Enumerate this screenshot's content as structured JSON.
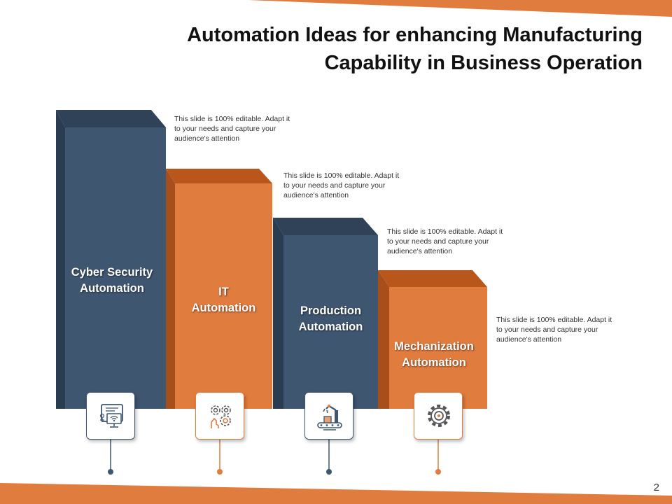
{
  "slide": {
    "title_lines": [
      "Automation Ideas for enhancing Manufacturing",
      "Capability in Business Operation"
    ],
    "page_number": "2",
    "colors": {
      "navy": "#3f5670",
      "navy_dark": "#2f4257",
      "orange": "#e07c3e",
      "orange_dark": "#b8561c"
    }
  },
  "columns": [
    {
      "label_lines": [
        "Cyber Security",
        "Automation"
      ],
      "description": [
        "This slide is 100% editable. Adapt it",
        "to your needs and capture your",
        "audience's attention"
      ],
      "icon": "computer-wifi-icon",
      "color": "navy"
    },
    {
      "label_lines": [
        "IT",
        "Automation"
      ],
      "description": [
        "This slide is 100% editable. Adapt it",
        "to your needs and capture your",
        "audience's attention"
      ],
      "icon": "gears-hand-icon",
      "color": "orange"
    },
    {
      "label_lines": [
        "Production",
        "Automation"
      ],
      "description": [
        "This slide is 100% editable. Adapt it",
        "to your needs and capture your",
        "audience's attention"
      ],
      "icon": "robot-arm-conveyor-icon",
      "color": "navy"
    },
    {
      "label_lines": [
        "Mechanization",
        "Automation"
      ],
      "description": [
        "This slide is 100% editable. Adapt it",
        "to your needs and capture your",
        "audience's attention"
      ],
      "icon": "gear-icon",
      "color": "orange"
    }
  ]
}
